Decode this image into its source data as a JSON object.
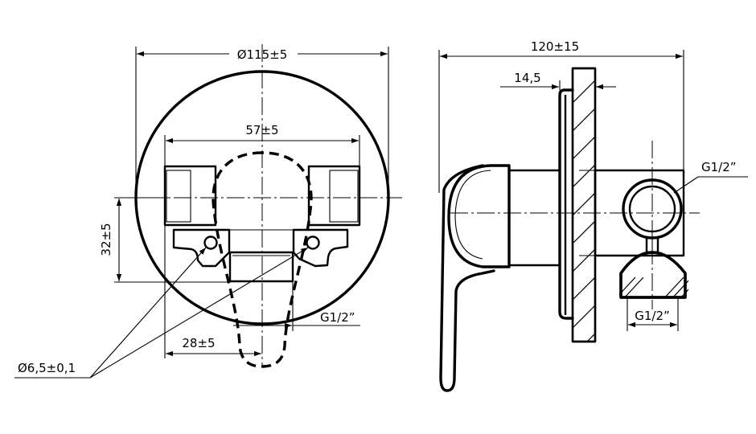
{
  "front_view": {
    "outer_diameter": "Ø115±5",
    "body_width": "57±5",
    "hole_spacing": "28±5",
    "vertical_offset": "32±5",
    "outlet_thread": "G1/2”",
    "hole_diameter": "Ø6,5±0,1"
  },
  "side_view": {
    "overall_depth": "120±15",
    "plate_offset": "14,5",
    "side_outlet_thread": "G1/2”",
    "bottom_outlet_thread": "G1/2”"
  },
  "colors": {
    "line": "#000000",
    "background": "#ffffff"
  }
}
